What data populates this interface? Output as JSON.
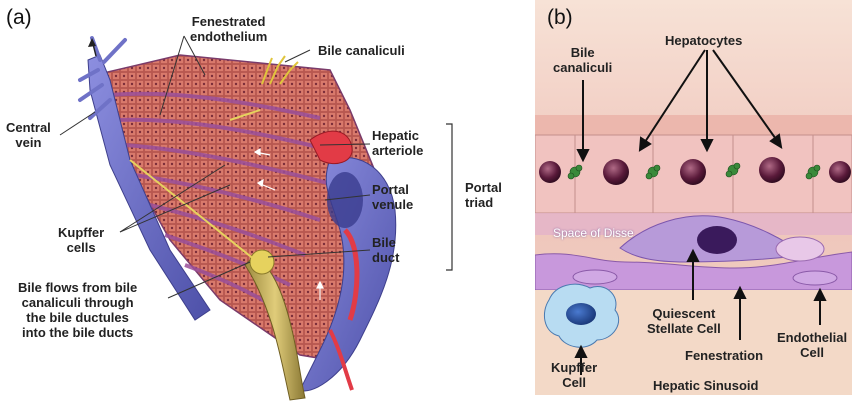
{
  "panel_a": {
    "tag": "(a)",
    "labels": {
      "fenestrated": "Fenestrated\nendothelium",
      "bile_canaliculi": "Bile canaliculi",
      "central_vein": "Central\nvein",
      "hepatic_arteriole": "Hepatic\narteriole",
      "portal_venule": "Portal\nvenule",
      "portal_triad": "Portal\ntriad",
      "bile_duct": "Bile\nduct",
      "kupffer_cells": "Kupffer\ncells",
      "bile_flow": "Bile flows from bile\ncanaliculi through\nthe bile ductules\ninto the bile ducts"
    }
  },
  "panel_b": {
    "tag": "(b)",
    "labels": {
      "bile_canaliculi": "Bile\ncanaliculi",
      "hepatocytes": "Hepatocytes",
      "space_of_disse": "Space of Disse",
      "quiescent": "Quiescent\nStellate Cell",
      "endothelial": "Endothelial\nCell",
      "fenestration": "Fenestration",
      "kupffer_cell": "Kupffer\nCell",
      "hepatic_sinusoid": "Hepatic Sinusoid"
    }
  },
  "colors": {
    "hepatocyte": "#c9605a",
    "vein": "#6f72c7",
    "artery": "#e23b46",
    "bile": "#c9b25a",
    "pink_bg": "#f3c7c4",
    "purple": "#9a6bb8"
  }
}
